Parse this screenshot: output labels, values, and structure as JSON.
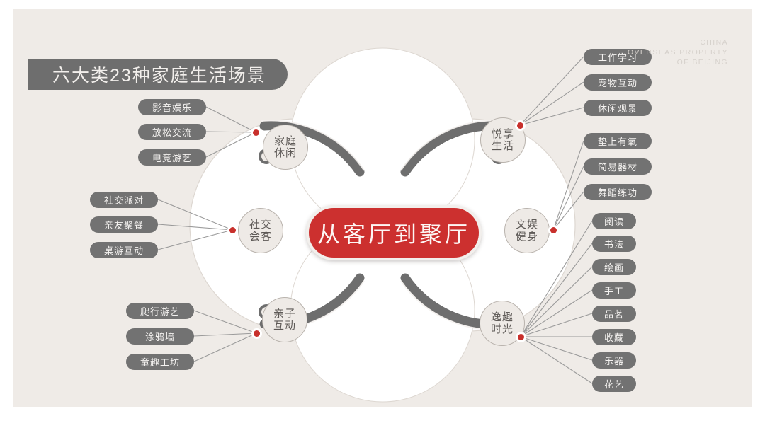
{
  "slide": {
    "title": "六大类23种家庭生活场景",
    "brand_lines": [
      "CHINA",
      "OVERSEAS PROPERTY",
      "OF BEIJING"
    ],
    "center_label": "从客厅到聚厅",
    "colors": {
      "panel_bg": "#efebe7",
      "banner": "#6e6e6e",
      "pill": "#727272",
      "accent_red": "#cc302f",
      "dot_red": "#c8302c",
      "ribbon": "#6e6e6e",
      "circle_fill": "#ffffff",
      "brand_text": "#d6d1cc",
      "connector_line": "#9a9a9a"
    }
  },
  "categories": [
    {
      "id": "family-leisure",
      "label_top": "家庭",
      "label_bottom": "休闲",
      "side": "left",
      "items": [
        "影音娱乐",
        "放松交流",
        "电竞游艺"
      ]
    },
    {
      "id": "social-reception",
      "label_top": "社交",
      "label_bottom": "会客",
      "side": "left",
      "items": [
        "社交派对",
        "亲友聚餐",
        "桌游互动"
      ]
    },
    {
      "id": "parent-child",
      "label_top": "亲子",
      "label_bottom": "互动",
      "side": "left",
      "items": [
        "爬行游艺",
        "涂鸦墙",
        "童趣工坊"
      ]
    },
    {
      "id": "joyful-living",
      "label_top": "悦享",
      "label_bottom": "生活",
      "side": "right",
      "items": [
        "工作学习",
        "宠物互动",
        "休闲观景"
      ]
    },
    {
      "id": "culture-fitness",
      "label_top": "文娱",
      "label_bottom": "健身",
      "side": "right",
      "items": [
        "垫上有氧",
        "简易器材",
        "舞蹈练功"
      ]
    },
    {
      "id": "leisure-time",
      "label_top": "逸趣",
      "label_bottom": "时光",
      "side": "right",
      "items": [
        "阅读",
        "书法",
        "绘画",
        "手工",
        "品茗",
        "收藏",
        "乐器",
        "花艺"
      ]
    }
  ]
}
